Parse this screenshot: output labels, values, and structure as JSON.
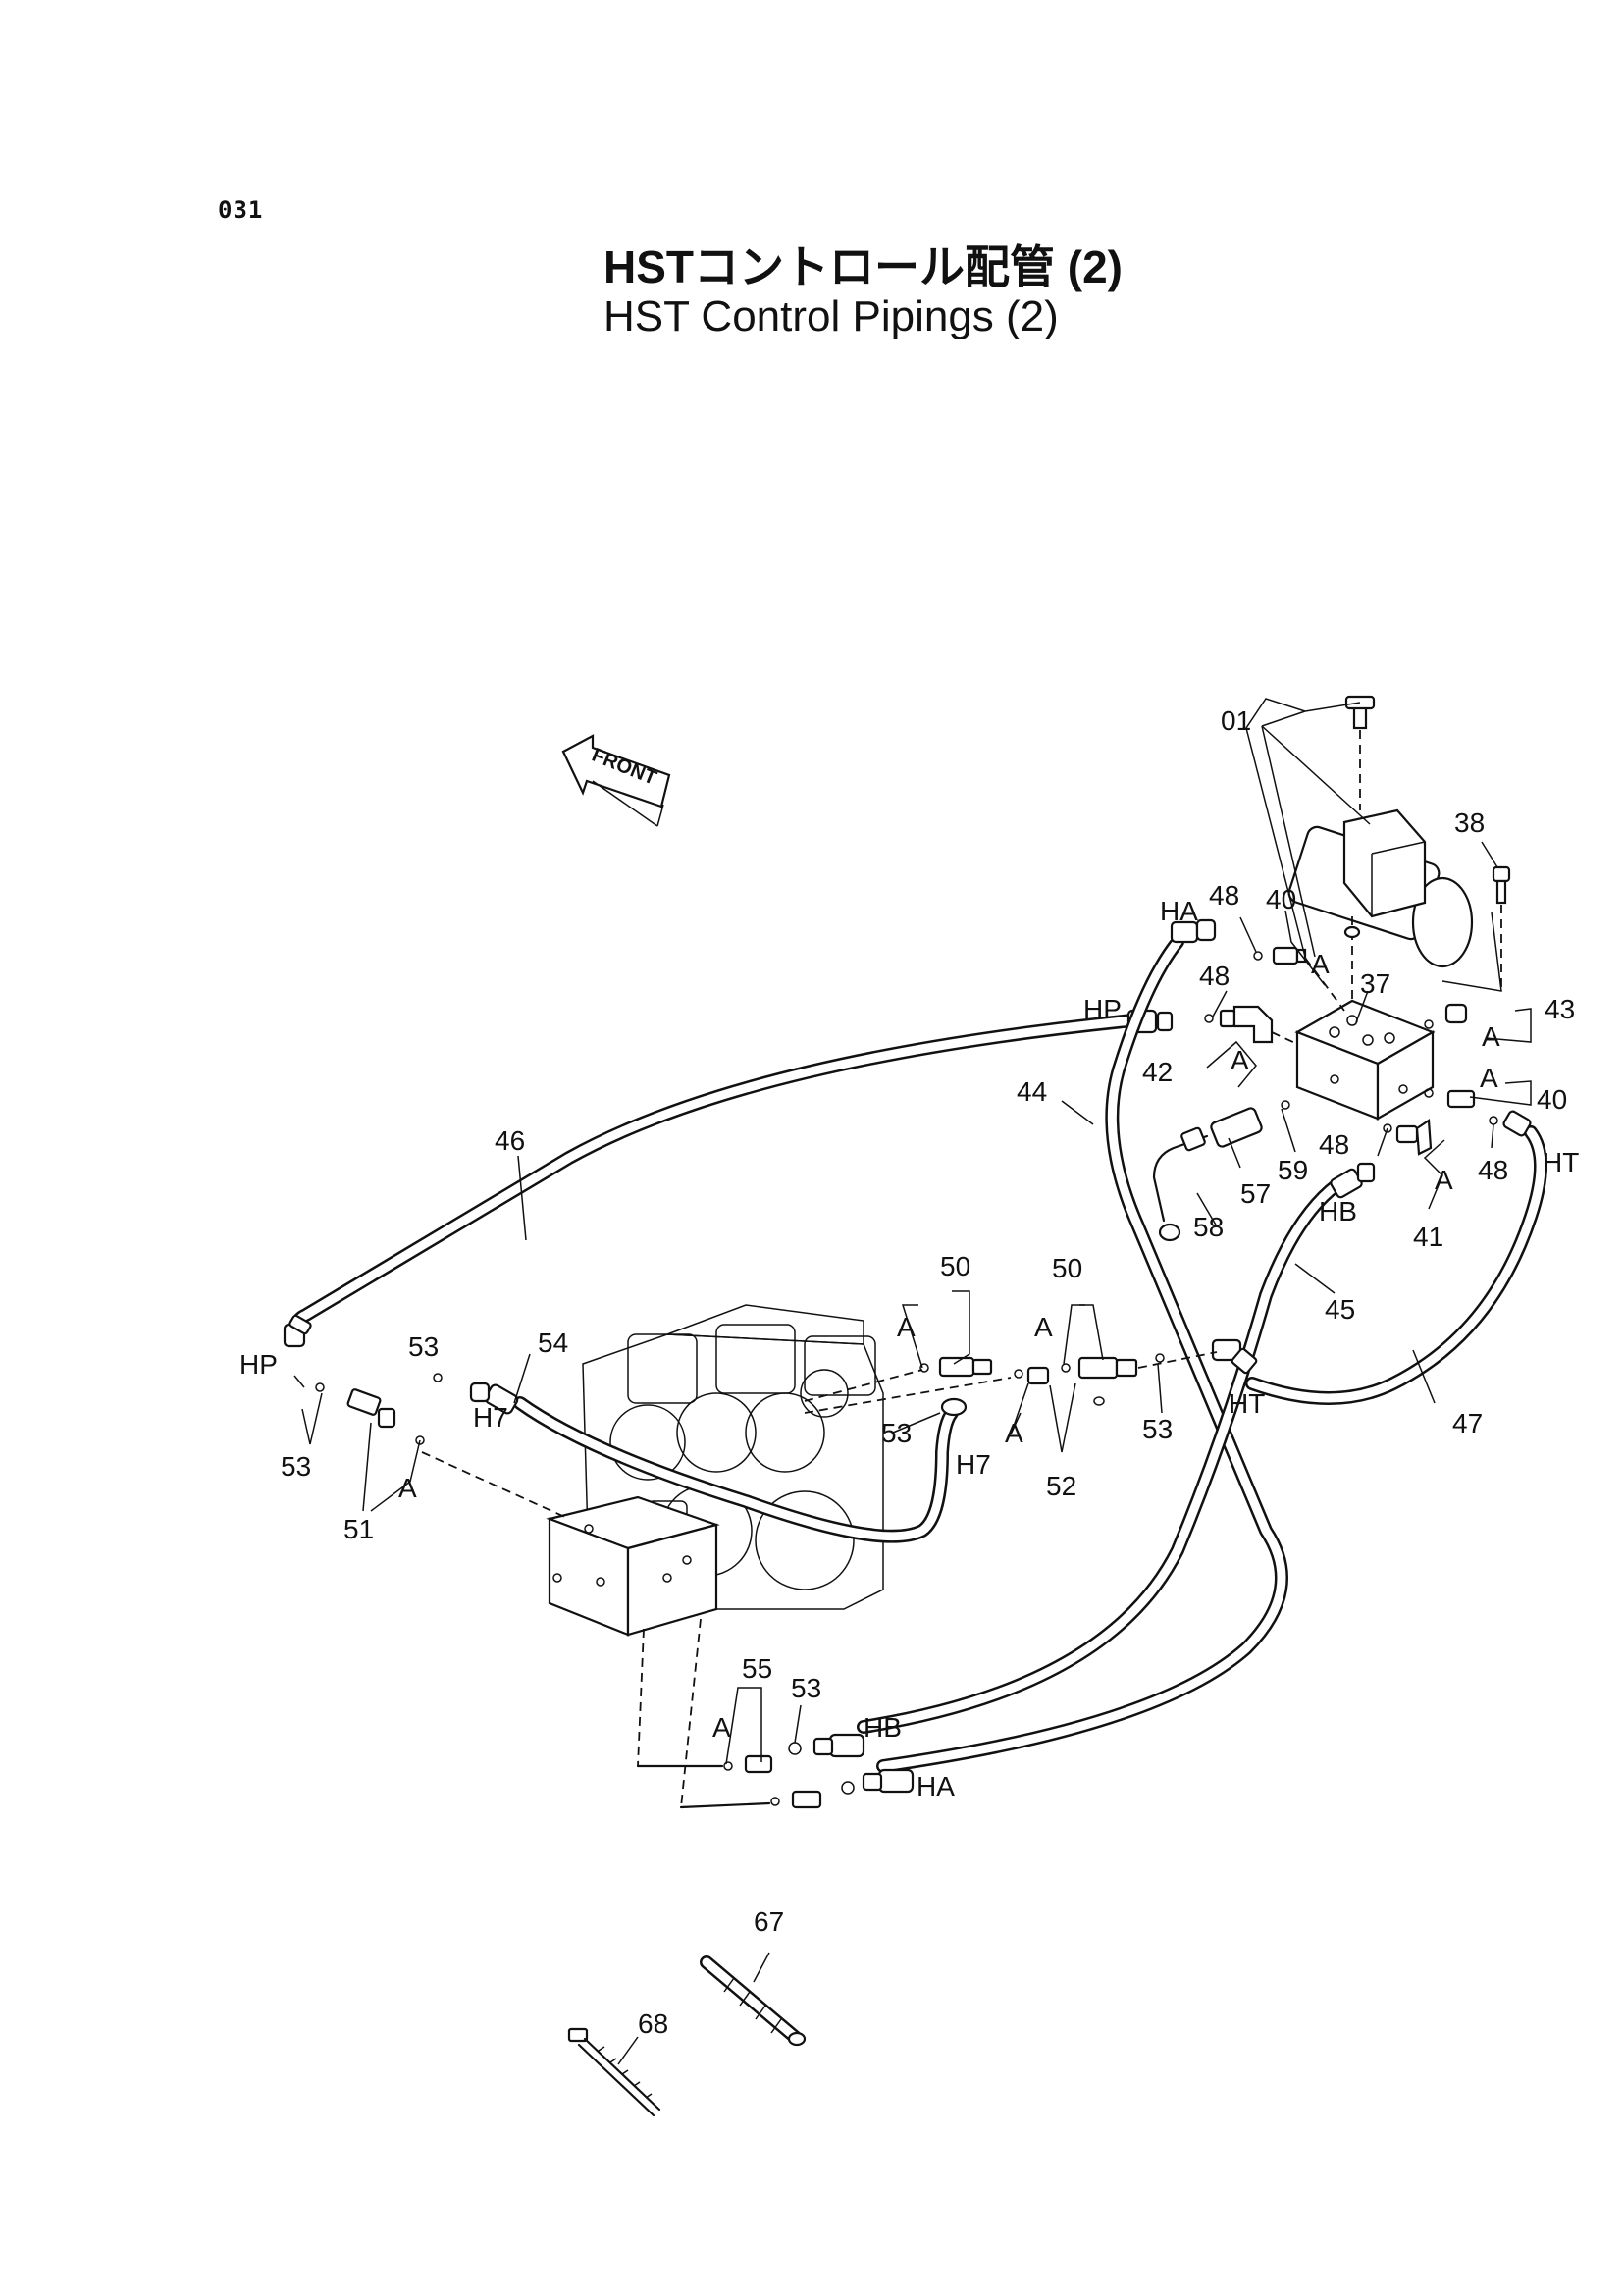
{
  "page": {
    "number": "031",
    "title_ja": "HSTコントロール配管 (2)",
    "title_en": "HST Control Pipings (2)"
  },
  "orientation": {
    "front_label": "FRONT"
  },
  "callouts": [
    {
      "id": "c01",
      "text": "01"
    },
    {
      "id": "c38",
      "text": "38"
    },
    {
      "id": "c48a",
      "text": "48"
    },
    {
      "id": "c40a",
      "text": "40"
    },
    {
      "id": "cAa",
      "text": "A"
    },
    {
      "id": "cHAtop",
      "text": "HA"
    },
    {
      "id": "c48b",
      "text": "48"
    },
    {
      "id": "cHPtop",
      "text": "HP"
    },
    {
      "id": "c37",
      "text": "37"
    },
    {
      "id": "c43",
      "text": "43"
    },
    {
      "id": "cAb",
      "text": "A"
    },
    {
      "id": "c42",
      "text": "42"
    },
    {
      "id": "cAc",
      "text": "A"
    },
    {
      "id": "cAd",
      "text": "A"
    },
    {
      "id": "c40b",
      "text": "40"
    },
    {
      "id": "c44",
      "text": "44"
    },
    {
      "id": "c46",
      "text": "46"
    },
    {
      "id": "c59",
      "text": "59"
    },
    {
      "id": "c48c",
      "text": "48"
    },
    {
      "id": "c48d",
      "text": "48"
    },
    {
      "id": "cHT",
      "text": "HT"
    },
    {
      "id": "c57",
      "text": "57"
    },
    {
      "id": "cAe",
      "text": "A"
    },
    {
      "id": "cHB",
      "text": "HB"
    },
    {
      "id": "c58",
      "text": "58"
    },
    {
      "id": "c41",
      "text": "41"
    },
    {
      "id": "c45",
      "text": "45"
    },
    {
      "id": "c50a",
      "text": "50"
    },
    {
      "id": "c50b",
      "text": "50"
    },
    {
      "id": "cAf",
      "text": "A"
    },
    {
      "id": "cAg",
      "text": "A"
    },
    {
      "id": "cHPleft",
      "text": "HP"
    },
    {
      "id": "c53a",
      "text": "53"
    },
    {
      "id": "c54",
      "text": "54"
    },
    {
      "id": "cH7a",
      "text": "H7"
    },
    {
      "id": "c53b",
      "text": "53"
    },
    {
      "id": "cAh",
      "text": "A"
    },
    {
      "id": "cH7b",
      "text": "H7"
    },
    {
      "id": "c53c",
      "text": "53"
    },
    {
      "id": "cHT2",
      "text": "HT"
    },
    {
      "id": "c47",
      "text": "47"
    },
    {
      "id": "c52",
      "text": "52"
    },
    {
      "id": "c53d",
      "text": "53"
    },
    {
      "id": "cAi",
      "text": "A"
    },
    {
      "id": "c51",
      "text": "51"
    },
    {
      "id": "c55",
      "text": "55"
    },
    {
      "id": "c53e",
      "text": "53"
    },
    {
      "id": "cAj",
      "text": "A"
    },
    {
      "id": "cHB2",
      "text": "HB"
    },
    {
      "id": "cHA2",
      "text": "HA"
    },
    {
      "id": "c67",
      "text": "67"
    },
    {
      "id": "c68",
      "text": "68"
    }
  ]
}
